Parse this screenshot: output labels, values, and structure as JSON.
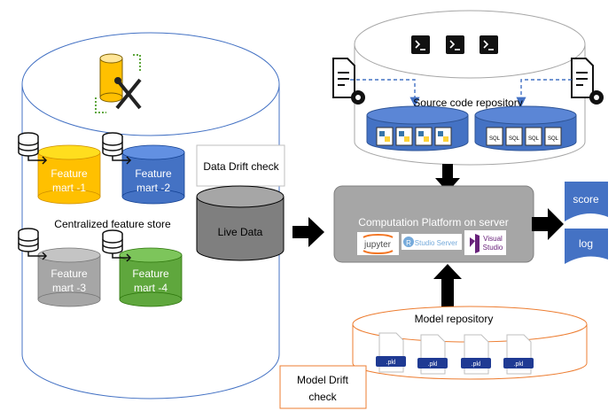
{
  "feature_store": {
    "label": "Centralized feature store",
    "marts": [
      {
        "line1": "Feature",
        "line2": "mart -1",
        "color": "#ffc000"
      },
      {
        "line1": "Feature",
        "line2": "mart -2",
        "color": "#4472c4"
      },
      {
        "line1": "Feature",
        "line2": "mart -3",
        "color": "#a6a6a6"
      },
      {
        "line1": "Feature",
        "line2": "mart -4",
        "color": "#5fa73d"
      }
    ]
  },
  "data_drift": {
    "label": "Data Drift check"
  },
  "live_data": {
    "label": "Live Data",
    "color": "#7f7f7f"
  },
  "source_repo": {
    "label": "Source code repository",
    "file_label": "SQL"
  },
  "platform": {
    "label": "Computation Platform on server",
    "tools": [
      "jupyter",
      "Studio Server",
      "Visual",
      "Studio"
    ]
  },
  "outputs": [
    {
      "label": "score"
    },
    {
      "label": "log"
    }
  ],
  "model_repo": {
    "label": "Model repository",
    "file_label": ".pkl"
  },
  "model_drift": {
    "line1": "Model Drift",
    "line2": "check"
  },
  "colors": {
    "accent_blue": "#4472c4",
    "orange": "#ed7d31",
    "dark_blue": "#1f3a93"
  }
}
